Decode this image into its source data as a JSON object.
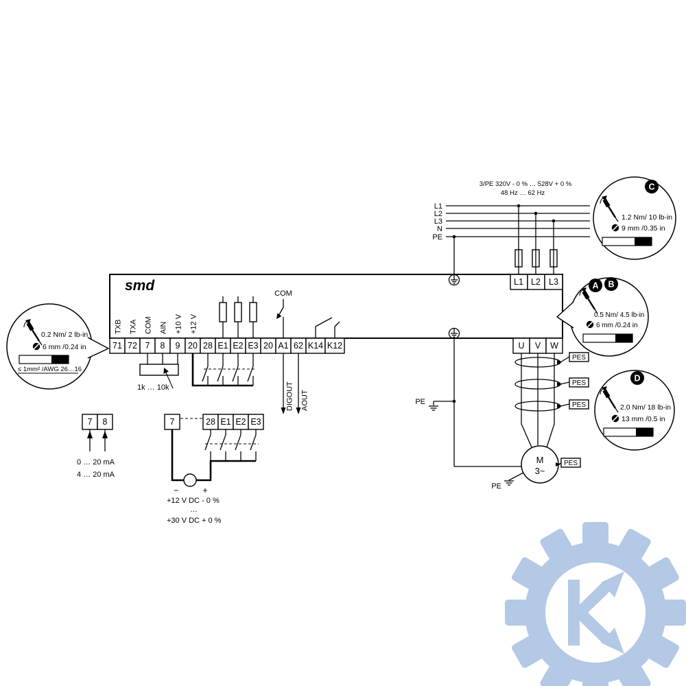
{
  "meta": {
    "background": "#ffffff",
    "line_color": "#000000",
    "watermark_color": "#b3c9e6"
  },
  "supply": {
    "rating_line1": "3/PE  320V - 0 % … 528V + 0 %",
    "rating_line2": "48 Hz … 62 Hz",
    "line_labels": [
      "L1",
      "L2",
      "L3",
      "N",
      "PE"
    ],
    "pe_branch_label": "PE"
  },
  "drive": {
    "logo": "smd",
    "signal_labels": [
      "TXB",
      "TXA",
      "COM",
      "AIN",
      "+10 V",
      "+12 V"
    ],
    "control_terminals": [
      "71",
      "72",
      "7",
      "8",
      "9",
      "20",
      "28",
      "E1",
      "E2",
      "E3",
      "20",
      "A1",
      "62",
      "K14",
      "K12"
    ],
    "input_terminals": [
      "L1",
      "L2",
      "L3"
    ],
    "output_terminals": [
      "U",
      "V",
      "W"
    ],
    "com_label": "COM"
  },
  "analog": {
    "pot_label": "1k … 10k"
  },
  "outputs": {
    "digout_label": "DIGOUT",
    "aout_label": "AOUT"
  },
  "current_input": {
    "terminals": [
      "7",
      "8"
    ],
    "range_1": "0 … 20 mA",
    "range_2": "4 … 20 mA"
  },
  "external_supply": {
    "terminals": [
      "7",
      "28",
      "E1",
      "E2",
      "E3"
    ],
    "minus": "−",
    "plus": "+",
    "voltage_min": "+12 V DC - 0 %",
    "ellipsis": "…",
    "voltage_max": "+30 V DC + 0 %"
  },
  "motor": {
    "letter": "M",
    "phases": "3~",
    "pes_label": "PES",
    "pe_label": "PE"
  },
  "callouts": {
    "left": {
      "torque": "0.2 Nm/ 2 lb-in",
      "strip_length": "6 mm /0.24 in",
      "wire_size": "≤ 1mm² /AWG 26…16"
    },
    "c": {
      "badge": "C",
      "torque": "1.2 Nm/ 10 lb-in",
      "strip_length": "9 mm /0.35 in"
    },
    "ab": {
      "badge_a": "A",
      "badge_b": "B",
      "torque": "0.5 Nm/ 4.5 lb-in",
      "strip_length": "6 mm /0.24 in"
    },
    "d": {
      "badge": "D",
      "torque": "2.0 Nm/ 18 lb-in",
      "strip_length": "13 mm /0.5 in"
    }
  }
}
